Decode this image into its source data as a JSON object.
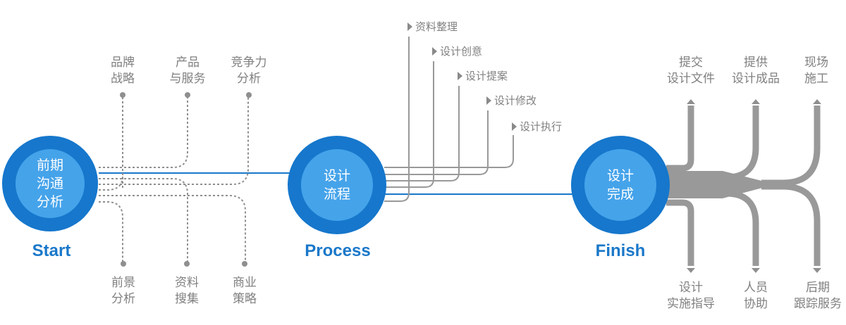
{
  "colors": {
    "node_outer": "#1677cc",
    "node_inner": "#45a3ea",
    "main_line": "#1a78c9",
    "gray_line": "#999999",
    "label_text": "#808080",
    "stage_text": "#1a78c9"
  },
  "stages": [
    {
      "id": "start",
      "circle_lines": [
        "前期",
        "沟通",
        "分析"
      ],
      "caption": "Start"
    },
    {
      "id": "process",
      "circle_lines": [
        "设计",
        "流程"
      ],
      "caption": "Process"
    },
    {
      "id": "finish",
      "circle_lines": [
        "设计",
        "完成"
      ],
      "caption": "Finish"
    }
  ],
  "start_branches": {
    "top": [
      {
        "lines": [
          "品牌",
          "战略"
        ]
      },
      {
        "lines": [
          "产品",
          "与服务"
        ]
      },
      {
        "lines": [
          "竞争力",
          "分析"
        ]
      }
    ],
    "bottom": [
      {
        "lines": [
          "前景",
          "分析"
        ]
      },
      {
        "lines": [
          "资料",
          "搜集"
        ]
      },
      {
        "lines": [
          "商业",
          "策略"
        ]
      }
    ]
  },
  "process_steps": [
    "资料整理",
    "设计创意",
    "设计提案",
    "设计修改",
    "设计执行"
  ],
  "finish_branches": {
    "top": [
      {
        "lines": [
          "提交",
          "设计文件"
        ]
      },
      {
        "lines": [
          "提供",
          "设计成品"
        ]
      },
      {
        "lines": [
          "现场",
          "施工"
        ]
      }
    ],
    "bottom": [
      {
        "lines": [
          "设计",
          "实施指导"
        ]
      },
      {
        "lines": [
          "人员",
          "协助"
        ]
      },
      {
        "lines": [
          "后期",
          "跟踪服务"
        ]
      }
    ]
  }
}
